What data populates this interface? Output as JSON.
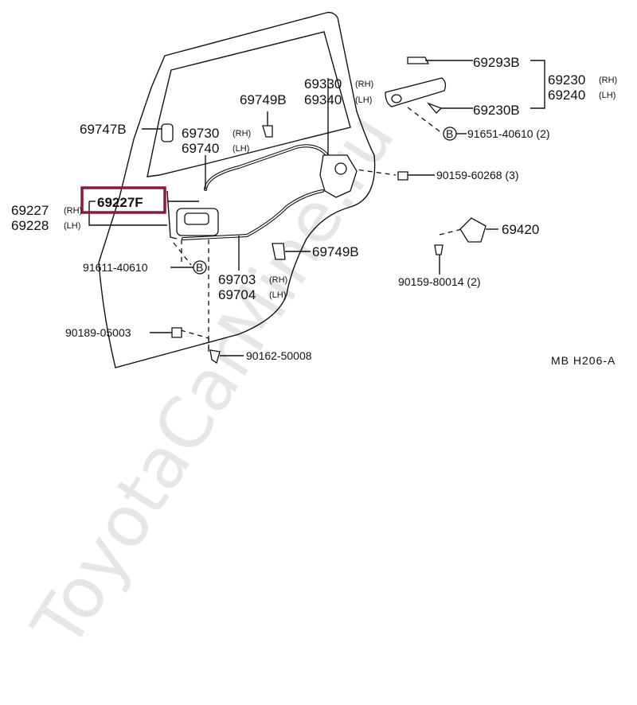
{
  "watermark": "ToyotaCarMine.ru",
  "diagram_code": "MB  H206-A",
  "highlight_color": "#8b1a3a",
  "callouts": {
    "p69293B": "69293B",
    "p69230": "69230",
    "p69230_rh": "(RH)",
    "p69240": "69240",
    "p69240_lh": "(LH)",
    "p69230B": "69230B",
    "p91651": "91651-40610 (2)",
    "p69330": "69330",
    "p69330_rh": "(RH)",
    "p69340": "69340",
    "p69340_lh": "(LH)",
    "p69749B_top": "69749B",
    "p69747B": "69747B",
    "p69730": "69730",
    "p69730_rh": "(RH)",
    "p69740": "69740",
    "p69740_lh": "(LH)",
    "p90159_60268": "90159-60268 (3)",
    "p69227F": "69227F",
    "p69227": "69227",
    "p69227_rh": "(RH)",
    "p69228": "69228",
    "p69228_lh": "(LH)",
    "p69420": "69420",
    "p69749B_mid": "69749B",
    "p91611": "91611-40610",
    "p69703": "69703",
    "p69703_rh": "(RH)",
    "p69704": "69704",
    "p69704_lh": "(LH)",
    "p90159_80014": "90159-80014 (2)",
    "p90189": "90189-05003",
    "p90162": "90162-50008",
    "badge_B": "B"
  }
}
